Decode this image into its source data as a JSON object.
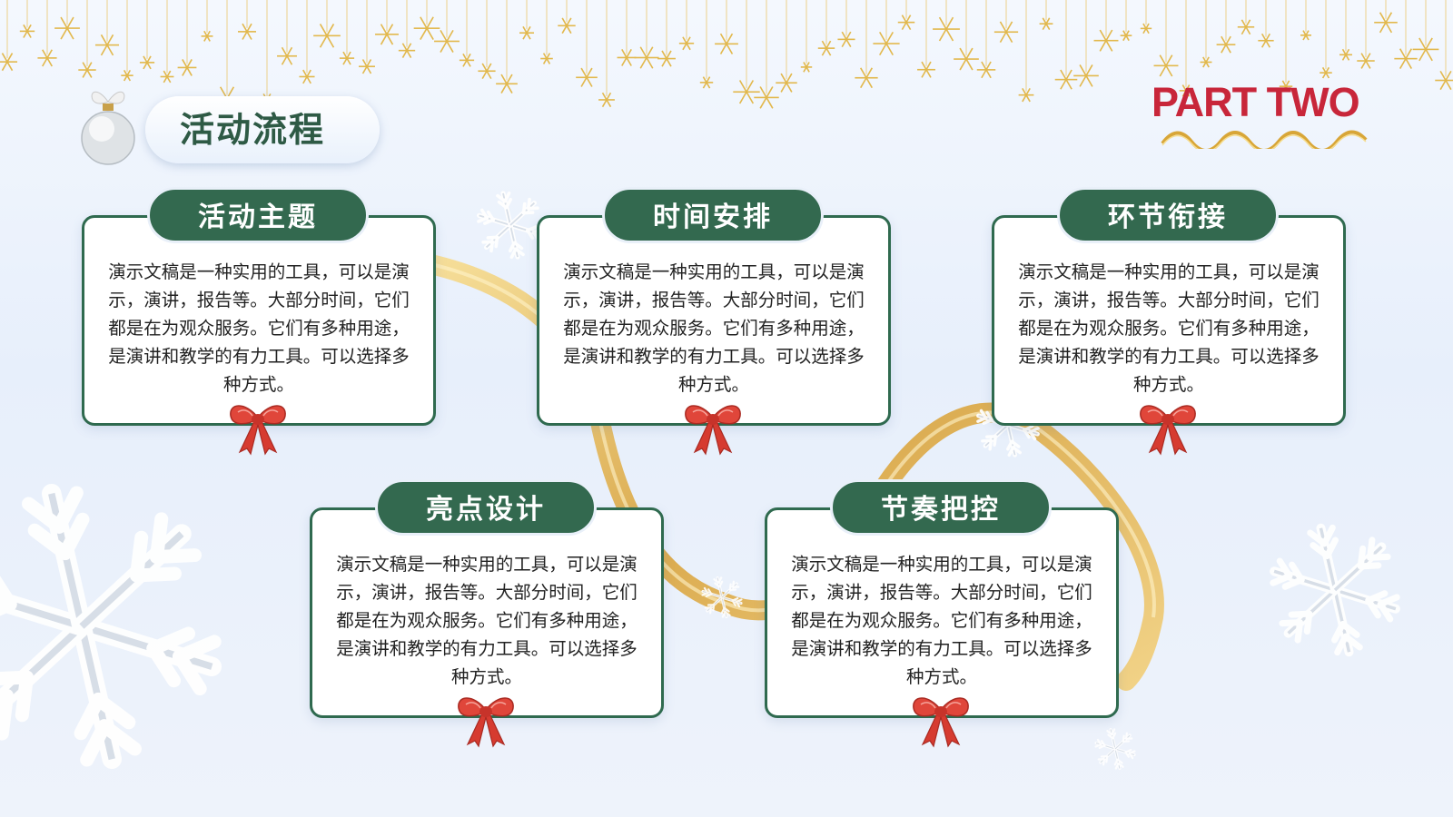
{
  "page": {
    "title": "活动流程",
    "part_label": "PART TWO"
  },
  "colors": {
    "accent_green": "#33694f",
    "brand_red": "#c8263a",
    "ribbon_gold": "#e2b04a"
  },
  "icons": [
    "christmas-ornament-icon",
    "bow-icon",
    "snowflake-icon",
    "gold-star-icon"
  ],
  "cards": [
    {
      "heading": "活动主题",
      "body": "演示文稿是一种实用的工具，可以是演示，演讲，报告等。大部分时间，它们都是在为观众服务。它们有多种用途，是演讲和教学的有力工具。可以选择多种方式。"
    },
    {
      "heading": "时间安排",
      "body": "演示文稿是一种实用的工具，可以是演示，演讲，报告等。大部分时间，它们都是在为观众服务。它们有多种用途，是演讲和教学的有力工具。可以选择多种方式。"
    },
    {
      "heading": "环节衔接",
      "body": "演示文稿是一种实用的工具，可以是演示，演讲，报告等。大部分时间，它们都是在为观众服务。它们有多种用途，是演讲和教学的有力工具。可以选择多种方式。"
    },
    {
      "heading": "亮点设计",
      "body": "演示文稿是一种实用的工具，可以是演示，演讲，报告等。大部分时间，它们都是在为观众服务。它们有多种用途，是演讲和教学的有力工具。可以选择多种方式。"
    },
    {
      "heading": "节奏把控",
      "body": "演示文稿是一种实用的工具，可以是演示，演讲，报告等。大部分时间，它们都是在为观众服务。它们有多种用途，是演讲和教学的有力工具。可以选择多种方式。"
    }
  ]
}
